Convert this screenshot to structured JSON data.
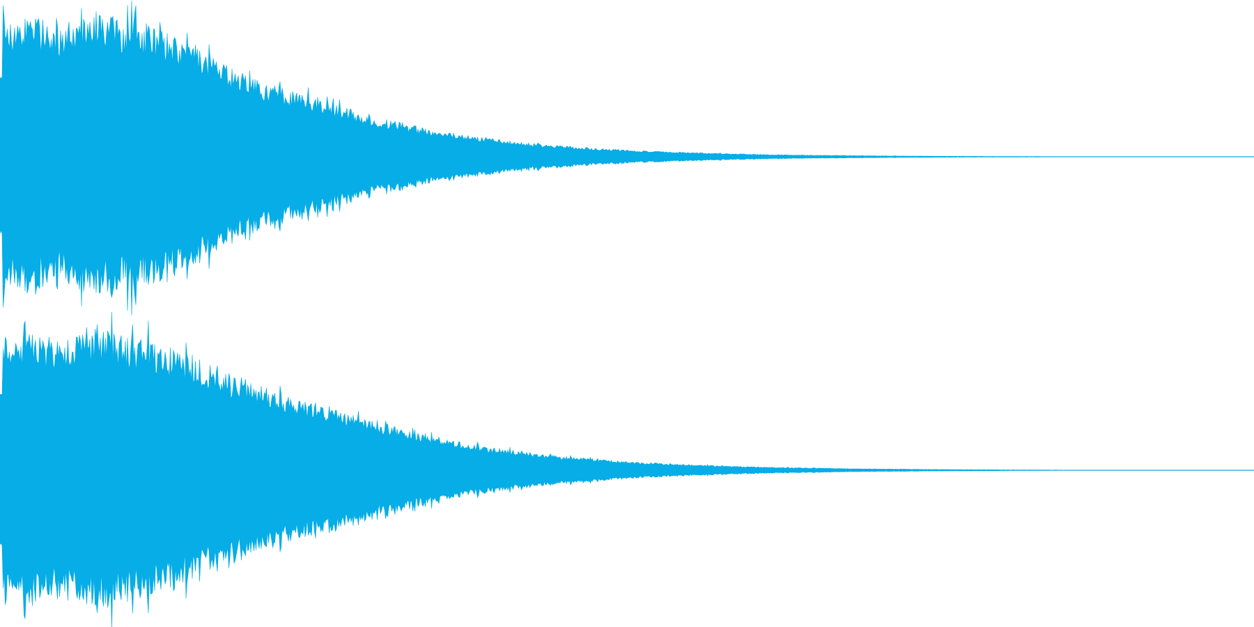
{
  "waveform": {
    "color": "#06ade6",
    "background": "#ffffff",
    "channels": [
      {
        "name": "",
        "envelope": [
          0.92,
          0.95,
          0.88,
          0.98,
          0.91,
          0.84,
          0.73,
          0.62,
          0.52,
          0.44,
          0.38,
          0.31,
          0.25,
          0.2,
          0.16,
          0.13,
          0.1,
          0.08,
          0.065,
          0.05,
          0.04,
          0.032,
          0.025,
          0.019,
          0.014,
          0.011,
          0.009,
          0.007,
          0.005,
          0.004,
          0.003,
          0.0025,
          0.002,
          0.0015,
          0.001,
          0.0008,
          0.0005,
          0.0003,
          0.0002,
          0.0
        ]
      },
      {
        "name": "",
        "envelope": [
          0.93,
          0.96,
          0.9,
          0.99,
          0.94,
          0.88,
          0.81,
          0.7,
          0.6,
          0.52,
          0.46,
          0.4,
          0.33,
          0.27,
          0.21,
          0.17,
          0.14,
          0.11,
          0.09,
          0.07,
          0.055,
          0.044,
          0.034,
          0.027,
          0.021,
          0.017,
          0.013,
          0.01,
          0.008,
          0.006,
          0.0045,
          0.0035,
          0.0025,
          0.0018,
          0.0012,
          0.0008,
          0.0005,
          0.0003,
          0.0002,
          0.0
        ]
      }
    ]
  }
}
